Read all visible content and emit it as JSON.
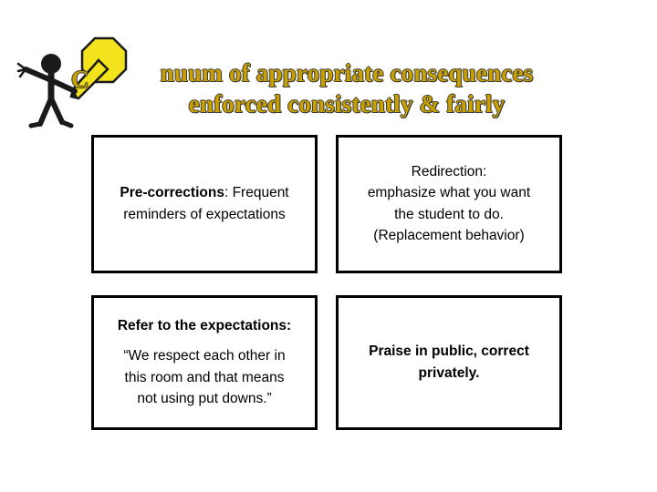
{
  "slide": {
    "title_lines": [
      "nuum of appropriate consequences",
      "enforced consistently & fairly"
    ],
    "title_color": "#c8a000",
    "title_outline_color": "#3a3a3a",
    "clipart": {
      "name": "stick-figure-with-pencil-and-octagon",
      "octagon_color": "#f2e31d",
      "pencil_color": "#f2e31d",
      "letter": "C"
    },
    "boxes": [
      {
        "id": "pre-corrections",
        "label": "Pre-corrections",
        "label_suffix": ":",
        "lines": [
          "Frequent",
          "reminders of expectations"
        ]
      },
      {
        "id": "redirection",
        "label": "Redirection",
        "label_suffix": ":",
        "lines": [
          "emphasize what you want",
          "the student to do.",
          "(Replacement behavior)"
        ]
      },
      {
        "id": "refer-to-expectations",
        "label": "Refer to the expectations",
        "label_suffix": ":",
        "lines": [
          "“We respect each other in",
          "this room and that means",
          "not using put downs.”"
        ]
      },
      {
        "id": "praise",
        "lines": [
          "Praise in public, correct",
          "privately."
        ]
      }
    ]
  }
}
